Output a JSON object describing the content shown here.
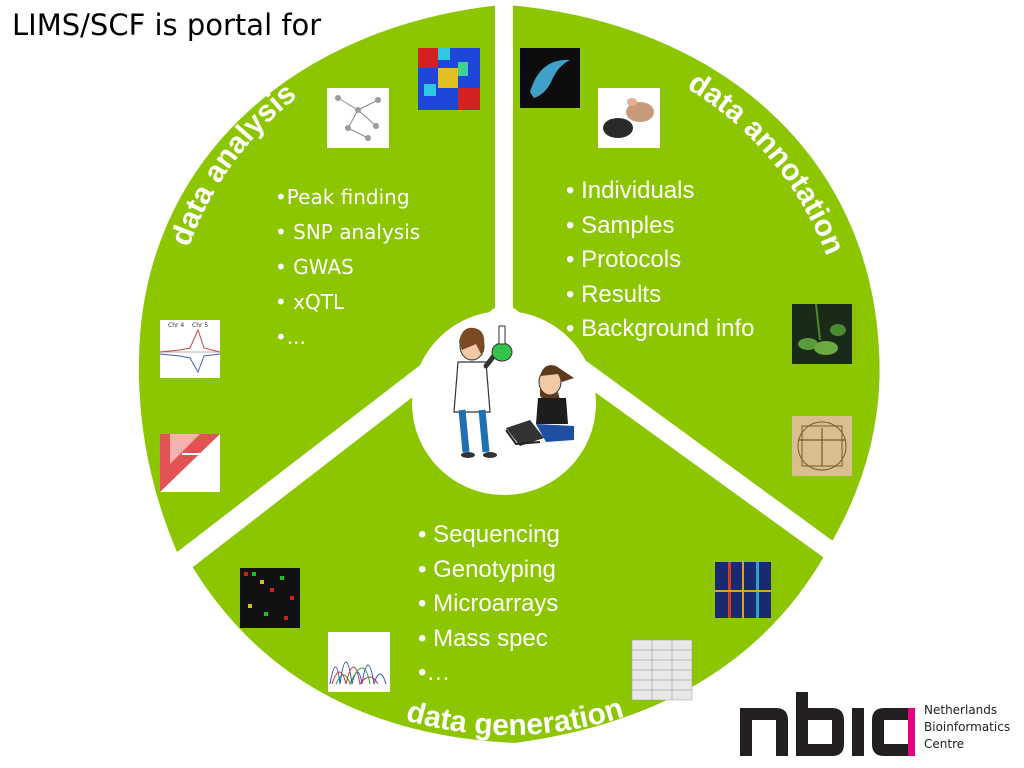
{
  "title": "LIMS/SCF is portal for",
  "segments": {
    "analysis": {
      "label": "data analysis",
      "items": [
        "•Peak finding",
        "• SNP analysis",
        "• GWAS",
        "• xQTL",
        "•..."
      ]
    },
    "annotation": {
      "label": "data annotation",
      "items": [
        "• Individuals",
        "• Samples",
        "• Protocols",
        "• Results",
        "• Background info"
      ]
    },
    "generation": {
      "label": "data generation",
      "items": [
        "• Sequencing",
        "• Genotyping",
        "• Microarrays",
        "• Mass spec",
        "•…"
      ]
    }
  },
  "logo": {
    "wordmark": "nbic",
    "lines": [
      "Netherlands",
      "Bioinformatics",
      "Centre"
    ]
  },
  "chart_labels": [
    "Chr 4",
    "Chr 5"
  ],
  "colors": {
    "segment_green": "#8cc600",
    "segment_border": "#ffffff",
    "text_white": "#ffffff",
    "logo_dark": "#231f20",
    "logo_magenta": "#e6007e"
  }
}
